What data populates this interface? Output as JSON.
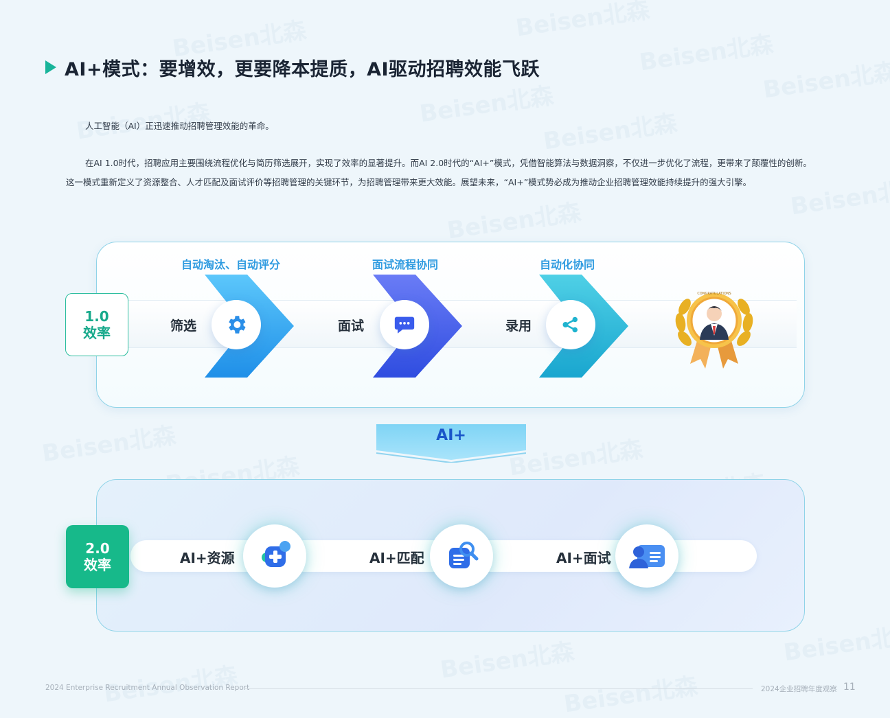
{
  "title": "AI+模式：要增效，更要降本提质，AI驱动招聘效能飞跃",
  "paragraphs": {
    "p1": "人工智能（AI）正迅速推动招聘管理效能的革命。",
    "p2": "在AI 1.0时代，招聘应用主要围绕流程优化与简历筛选展开，实现了效率的显著提升。而AI 2.0时代的“AI+”模式，凭借智能算法与数据洞察，不仅进一步优化了流程，更带来了颠覆性的创新。这一模式重新定义了资源整合、人才匹配及面试评价等招聘管理的关键环节，为招聘管理带来更大效能。展望未来，“AI+”模式势必成为推动企业招聘管理效能持续提升的强大引擎。"
  },
  "efficiency1": {
    "version": "1.0",
    "label": "效率"
  },
  "efficiency2": {
    "version": "2.0",
    "label": "效率"
  },
  "flow1": [
    {
      "caption": "自动淘汰、自动评分",
      "label": "筛选",
      "icon": "gear-icon",
      "color": "#2aa4f0"
    },
    {
      "caption": "面试流程协同",
      "label": "面试",
      "icon": "chat-bubble-icon",
      "color": "#3d63ef"
    },
    {
      "caption": "自动化协同",
      "label": "录用",
      "icon": "share-icon",
      "color": "#22b6d8"
    }
  ],
  "badge_text": "CONGRATULATIONS",
  "aiplus_label": "AI+",
  "flow2": [
    {
      "label": "AI+资源",
      "icon": "add-resource-icon"
    },
    {
      "label": "AI+匹配",
      "icon": "document-search-icon"
    },
    {
      "label": "AI+面试",
      "icon": "user-card-icon"
    }
  ],
  "footer": {
    "left": "2024 Enterprise Recruitment Annual Observation Report",
    "right": "2024企业招聘年度观察",
    "page": "11"
  },
  "watermark": "Beisen北森",
  "colors": {
    "accent_green": "#17b98a",
    "title_triangle": "#18b49a",
    "caption_blue": "#2f9be0",
    "aiplus_blue": "#1a55c9"
  }
}
